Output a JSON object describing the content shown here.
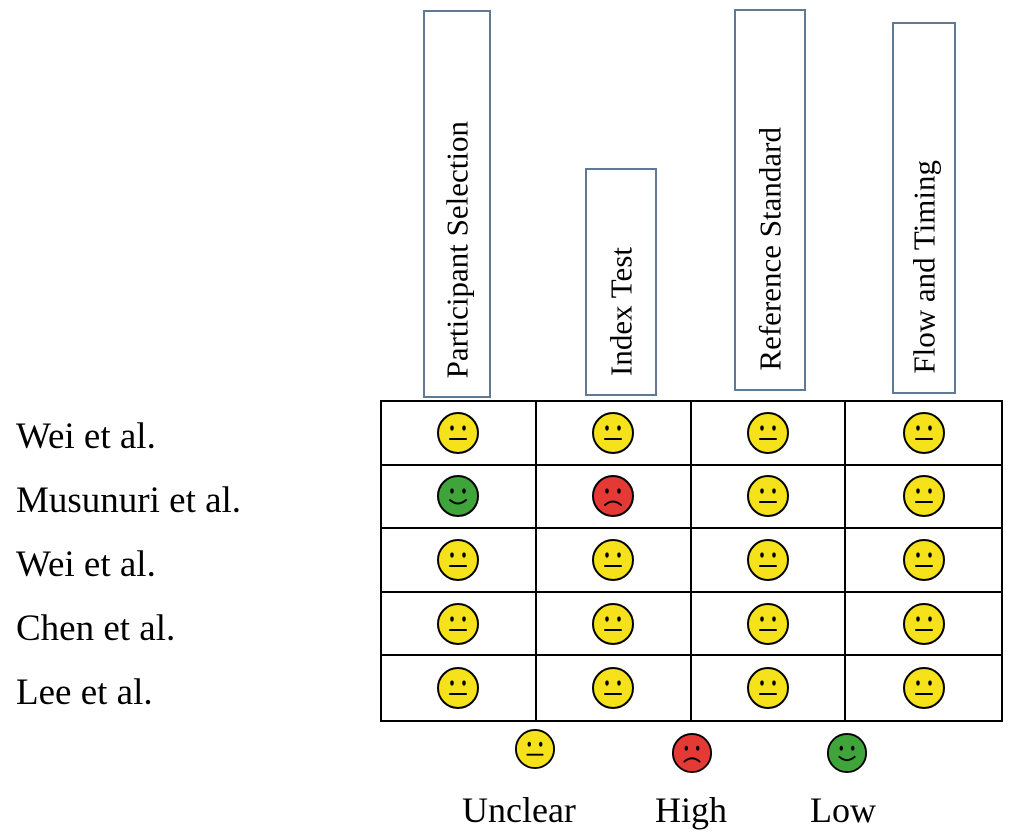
{
  "columns": [
    {
      "key": "participant_selection",
      "label": "Participant Selection"
    },
    {
      "key": "index_test",
      "label": "Index Test"
    },
    {
      "key": "reference_standard",
      "label": "Reference Standard"
    },
    {
      "key": "flow_and_timing",
      "label": "Flow and Timing"
    }
  ],
  "studies": [
    {
      "label": "Wei et al.",
      "ratings": [
        "unclear",
        "unclear",
        "unclear",
        "unclear"
      ]
    },
    {
      "label": "Musunuri et al.",
      "ratings": [
        "low",
        "high",
        "unclear",
        "unclear"
      ]
    },
    {
      "label": "Wei et al.",
      "ratings": [
        "unclear",
        "unclear",
        "unclear",
        "unclear"
      ]
    },
    {
      "label": "Chen et al.",
      "ratings": [
        "unclear",
        "unclear",
        "unclear",
        "unclear"
      ]
    },
    {
      "label": "Lee et al.",
      "ratings": [
        "unclear",
        "unclear",
        "unclear",
        "unclear"
      ]
    }
  ],
  "legend": {
    "unclear": "Unclear",
    "high": "High",
    "low": "Low"
  },
  "colors": {
    "unclear": "#f5e21b",
    "high": "#e53935",
    "low": "#3fa53a",
    "header_border": "#5f7894",
    "grid_line": "#000000"
  },
  "icons": {
    "unclear": "neutral-face-icon",
    "high": "sad-face-icon",
    "low": "smiley-face-icon"
  }
}
